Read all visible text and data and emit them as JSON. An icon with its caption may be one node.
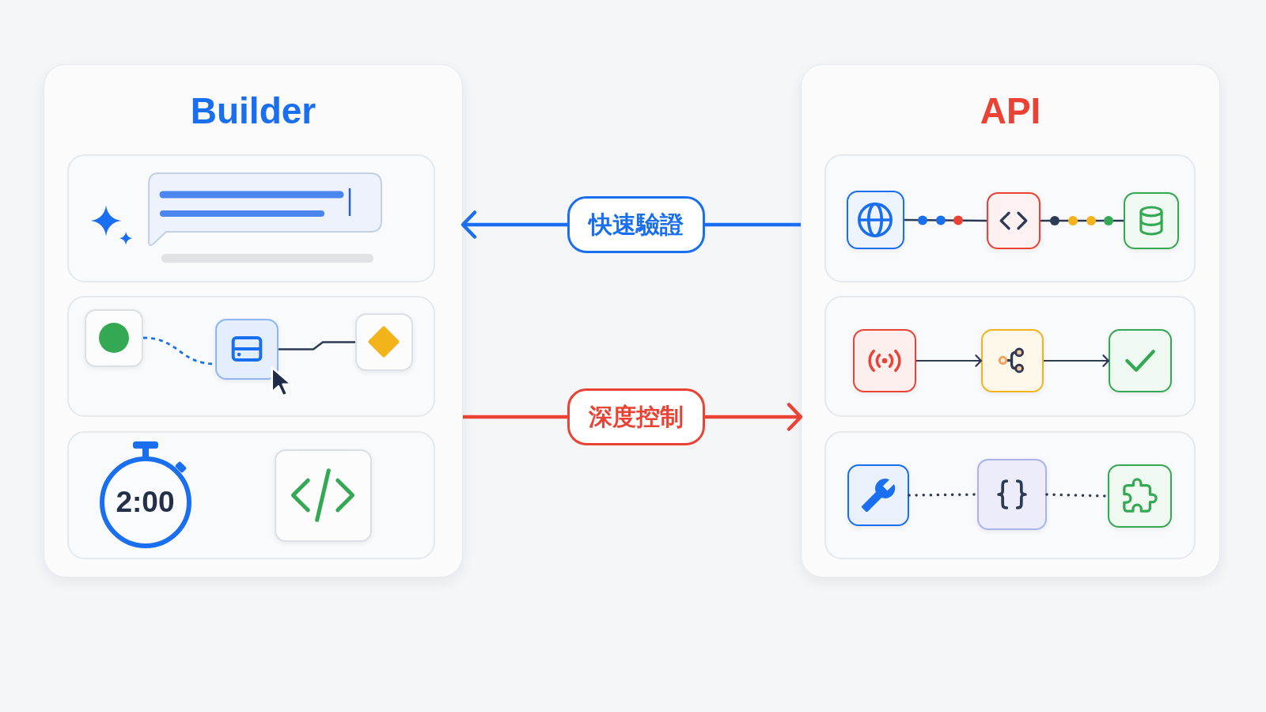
{
  "diagram": {
    "nodes": [
      {
        "text": [
          "Builder"
        ]
      },
      {
        "text": [],
        "shape": "box",
        "in": 0
      },
      {
        "text": [],
        "shape": "box",
        "in": 0
      },
      {
        "text": [],
        "shape": "box",
        "in": 2
      },
      {
        "text": [],
        "shape": "box",
        "in": 2
      },
      {
        "text": [],
        "shape": "box",
        "in": 2
      },
      {
        "text": [],
        "shape": "box",
        "in": 0
      },
      {
        "text": [
          "2:00"
        ],
        "in": 6
      },
      {
        "text": [],
        "shape": "box",
        "in": 6
      },
      {
        "text": [
          "API"
        ]
      },
      {
        "text": [],
        "shape": "box",
        "in": 9
      },
      {
        "text": [],
        "shape": "box",
        "in": 10
      },
      {
        "text": [],
        "shape": "box",
        "in": 10
      },
      {
        "text": [],
        "shape": "box",
        "in": 10
      },
      {
        "text": [],
        "shape": "box",
        "in": 9
      },
      {
        "text": [],
        "shape": "box",
        "in": 14
      },
      {
        "text": [],
        "shape": "box",
        "in": 14
      },
      {
        "text": [],
        "shape": "box",
        "in": 14
      },
      {
        "text": [],
        "shape": "box",
        "in": 9
      },
      {
        "text": [],
        "shape": "box",
        "in": 18
      },
      {
        "text": [],
        "shape": "box",
        "in": 18
      },
      {
        "text": [],
        "shape": "box",
        "in": 18
      }
    ],
    "edges": [
      {
        "from": 9,
        "to": 0,
        "arrow": "to",
        "label": "快速驗證",
        "color": "#1a6ef0"
      },
      {
        "from": 0,
        "to": 9,
        "arrow": "to",
        "label": "深度控制",
        "color": "#ea4335"
      },
      {
        "from": 3,
        "to": 4,
        "arrow": "none",
        "style": "dashed",
        "color": "#1a6ef0"
      },
      {
        "from": 4,
        "to": 5,
        "arrow": "none"
      },
      {
        "from": 11,
        "to": 12,
        "arrow": "none"
      },
      {
        "from": 12,
        "to": 13,
        "arrow": "none"
      },
      {
        "from": 15,
        "to": 16,
        "arrow": "to"
      },
      {
        "from": 16,
        "to": 17,
        "arrow": "to"
      },
      {
        "from": 19,
        "to": 20,
        "arrow": "none",
        "style": "dashed"
      },
      {
        "from": 20,
        "to": 21,
        "arrow": "none",
        "style": "dashed"
      }
    ]
  }
}
